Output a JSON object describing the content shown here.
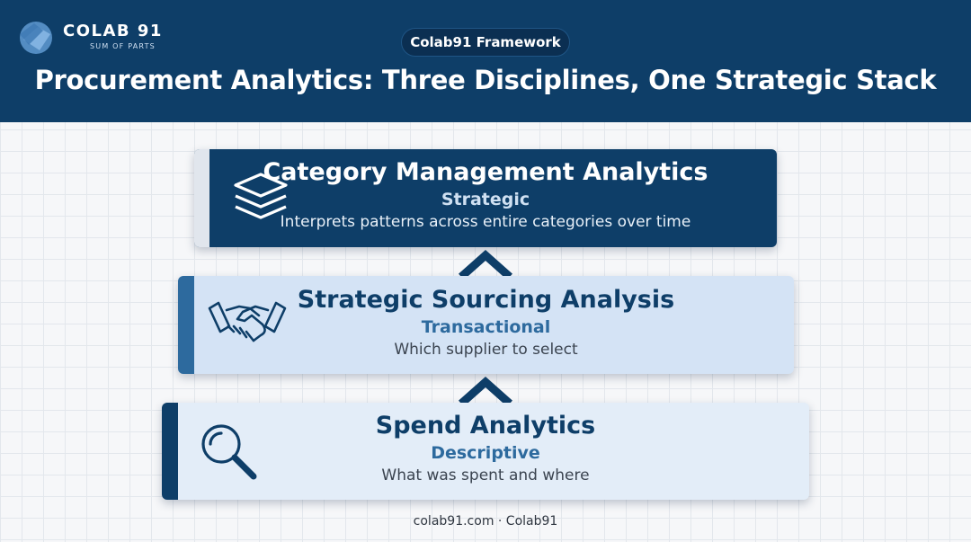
{
  "brand": {
    "name": "COLAB 91",
    "tagline": "SUM OF PARTS"
  },
  "header": {
    "pill": "Colab91 Framework",
    "title": "Procurement Analytics: Three Disciplines, One Strategic Stack"
  },
  "layers": [
    {
      "title": "Category Management Analytics",
      "level": "Strategic",
      "description": "Interprets patterns across entire categories over time",
      "icon": "layers-icon"
    },
    {
      "title": "Strategic Sourcing Analysis",
      "level": "Transactional",
      "description": "Which supplier to select",
      "icon": "handshake-icon"
    },
    {
      "title": "Spend Analytics",
      "level": "Descriptive",
      "description": "What was spent and where",
      "icon": "magnifier-icon"
    }
  ],
  "footer": "colab91.com · Colab91",
  "colors": {
    "navy": "#0e3e68",
    "accent": "#2d6a9e",
    "light": "#d4e3f5",
    "lighter": "#e3edf8"
  }
}
